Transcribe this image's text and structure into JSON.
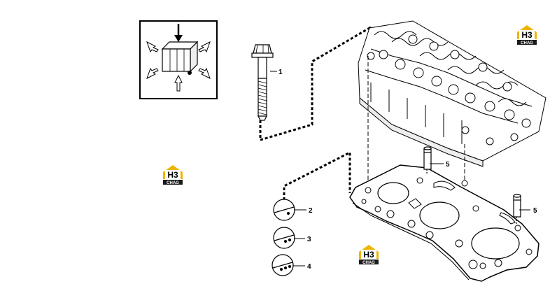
{
  "callouts": [
    {
      "id": "1",
      "label": "1"
    },
    {
      "id": "2",
      "label": "2"
    },
    {
      "id": "3",
      "label": "3"
    },
    {
      "id": "4",
      "label": "4"
    },
    {
      "id": "5a",
      "label": "5"
    },
    {
      "id": "5b",
      "label": "5"
    }
  ],
  "watermark": {
    "letters": "H3",
    "word": "CHAG",
    "accent": "#f0b400"
  },
  "colors": {
    "line": "#000000",
    "background": "#ffffff"
  },
  "icons": [
    "assembly-instruction-icon",
    "bolt-icon",
    "cylinder-head-icon",
    "head-gasket-icon",
    "dowel-pin-icon",
    "gasket-thickness-icon"
  ]
}
